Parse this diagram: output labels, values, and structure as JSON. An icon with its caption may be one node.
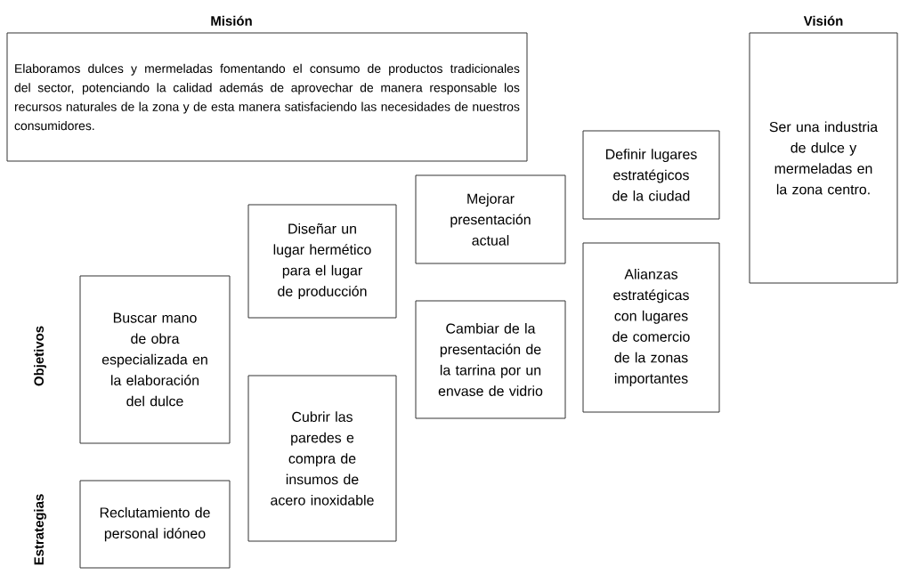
{
  "diagram": {
    "nodes": [
      {
        "text": [
          "Misión",
          "Elaboramos dulces y mermeladas fomentando el consumo de productos tradicionales del sector, potenciando la calidad además de aprovechar de manera responsable los recursos naturales de la zona y de esta manera satisfaciendo las necesidades de nuestros consumidores."
        ]
      },
      {
        "text": [
          "Visión",
          "Ser una industria de dulce y mermeladas en la zona centro."
        ]
      },
      {
        "text": [
          "Definir lugares estratégicos de la ciudad"
        ]
      },
      {
        "text": [
          "Mejorar presentación actual"
        ]
      },
      {
        "text": [
          "Diseñar un lugar hermético para el lugar de producción"
        ]
      },
      {
        "text": [
          "Alianzas estratégicas con lugares de comercio de la zonas importantes"
        ]
      },
      {
        "text": [
          "Buscar mano de obra especializada en la elaboración del dulce"
        ]
      },
      {
        "text": [
          "Cambiar de la presentación de la tarrina por un envase de vidrio"
        ]
      },
      {
        "text": [
          "Cubrir las paredes e compra de insumos de acero inoxidable"
        ]
      },
      {
        "text": [
          "Reclutamiento de personal idóneo"
        ]
      }
    ],
    "labels": [
      "Objetivos",
      "Estrategias"
    ]
  }
}
